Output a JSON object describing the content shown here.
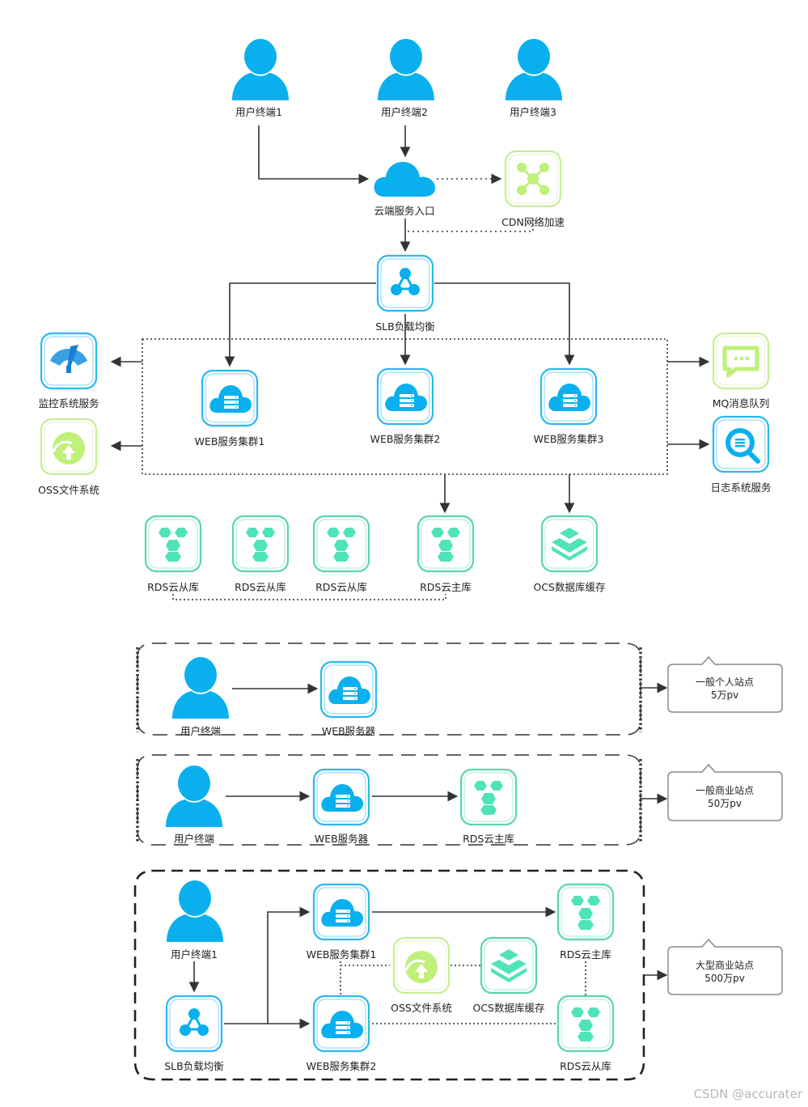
{
  "colors": {
    "blue": "#0ab0ee",
    "blue_border": "#2bb8ef",
    "green": "#4fe4b8",
    "green_border": "#5ad6a6",
    "lime": "#bff07a",
    "lime_border": "#c8ec98",
    "line": "#333333"
  },
  "users": {
    "u1": "用户终端1",
    "u2": "用户终端2",
    "u3": "用户终端3"
  },
  "top": {
    "cloud_entry": "云端服务入口",
    "cdn": "CDN网络加速",
    "slb": "SLB负载均衡",
    "web1": "WEB服务集群1",
    "web2": "WEB服务集群2",
    "web3": "WEB服务集群3",
    "monitor": "监控系统服务",
    "oss": "OSS文件系统",
    "mq": "MQ消息队列",
    "log": "日志系统服务",
    "rds_slave": "RDS云从库",
    "rds_master": "RDS云主库",
    "ocs": "OCS数据库缓存"
  },
  "scenario1": {
    "user": "用户终端",
    "web": "WEB服务器",
    "callout_line1": "一般个人站点",
    "callout_line2": "5万pv"
  },
  "scenario2": {
    "user": "用户终端",
    "web": "WEB服务器",
    "rds": "RDS云主库",
    "callout_line1": "一般商业站点",
    "callout_line2": "50万pv"
  },
  "scenario3": {
    "user": "用户终端1",
    "slb": "SLB负载均衡",
    "web1": "WEB服务集群1",
    "web2": "WEB服务集群2",
    "oss": "OSS文件系统",
    "ocs": "OCS数据库缓存",
    "rds_master": "RDS云主库",
    "rds_slave": "RDS云从库",
    "callout_line1": "大型商业站点",
    "callout_line2": "500万pv"
  },
  "watermark": "CSDN @accurater",
  "icons": [
    "user-icon",
    "cloud-icon",
    "cdn-network-icon",
    "slb-icon",
    "web-server-icon",
    "monitor-icon",
    "oss-icon",
    "mq-icon",
    "log-search-icon",
    "rds-icon",
    "ocs-icon"
  ]
}
